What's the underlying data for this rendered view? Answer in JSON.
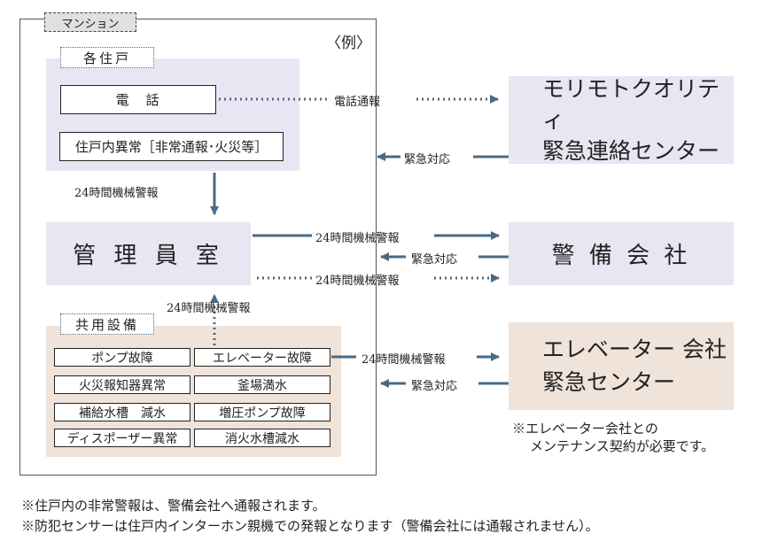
{
  "mansion": {
    "tag": "マンション",
    "example": "〈例〉"
  },
  "units": {
    "title": "各住戸",
    "phone": "電　話",
    "alarm": "住戸内異常［非常通報･火災等］"
  },
  "manager_room": "管 理 員 室",
  "shared": {
    "title": "共用設備",
    "items": [
      "ポンプ故障",
      "エレベーター故障",
      "火災報知器異常",
      "釜場満水",
      "補給水槽　減水",
      "増圧ポンプ故障",
      "ディスポーザー異常",
      "消火水槽減水"
    ]
  },
  "centers": {
    "quality_line1": "モリモトクオリティ",
    "quality_line2": "緊急連絡センター",
    "security": "警 備 会 社",
    "elevator_line1": "エレベーター 会社",
    "elevator_line2": "緊急センター"
  },
  "labels": {
    "phone_report": "電話通報",
    "emergency_response": "緊急対応",
    "machine_alarm_24h": "24時間機械警報"
  },
  "notes": {
    "elevator_line1": "※エレベーター会社との",
    "elevator_line2": "メンテナンス契約が必要です。",
    "footer1": "※住戸内の非常警報は、警備会社へ通報されます。",
    "footer2": "※防犯センサーは住戸内インターホン親機での発報となります（警備会社には通報されません）。"
  },
  "colors": {
    "arrow": "#4a6a84",
    "lavender": "#e8e6f2",
    "beige": "#f0e3d9"
  }
}
